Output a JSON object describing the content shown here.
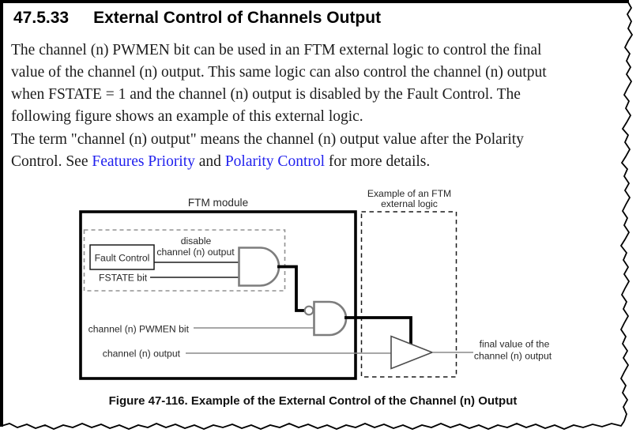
{
  "colors": {
    "link": "#2121ee",
    "gate_stroke": "#7d7d7d",
    "signal_gray": "#8a8a8a"
  },
  "heading": {
    "number": "47.5.33",
    "title": "External Control of Channels Output"
  },
  "paragraphs": {
    "p1_lines": [
      "The channel (n) PWMEN bit can be used in an FTM external logic to control the final",
      "value of the channel (n) output. This same logic can also control the channel (n) output",
      "when FSTATE = 1 and the channel (n) output is disabled by the Fault Control. The",
      "following figure shows an example of this external logic."
    ],
    "p2_line1": "The term \"channel (n) output\" means the channel (n) output value after the Polarity",
    "p2_line2_pre": "Control. See ",
    "p2_link1": "Features Priority",
    "p2_line2_mid": " and ",
    "p2_link2": "Polarity Control",
    "p2_line2_post": " for more details."
  },
  "figure": {
    "ftm_module_label": "FTM module",
    "external_label_line1": "Example of an FTM",
    "external_label_line2": "external logic",
    "fault_control_label": "Fault Control",
    "disable_label_line1": "disable",
    "disable_label_line2": "channel (n) output",
    "fstate_label": "FSTATE bit",
    "pwmen_label": "channel (n) PWMEN bit",
    "channel_output_label": "channel (n) output",
    "final_label_line1": "final value of the",
    "final_label_line2": "channel (n) output",
    "caption": "Figure 47-116. Example of the External Control of the Channel (n) Output"
  }
}
